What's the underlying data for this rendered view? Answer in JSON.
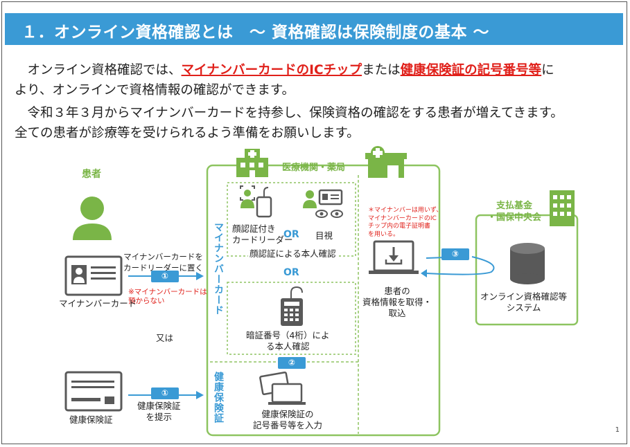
{
  "title": "１．オンライン資格確認とは　～ 資格確認は保険制度の基本 ～",
  "para1": {
    "line1_a": "　オンライン資格確認では、",
    "line1_red1": "マイナンバーカードのICチップ",
    "line1_b": "または",
    "line1_red2": "健康保険証の記号番号等",
    "line1_c": "に",
    "line2": "より、オンラインで資格情報の確認ができます。"
  },
  "para2": {
    "line1": "　令和３年３月からマイナンバーカードを持参し、保険資格の確認をする患者が増えてきます。",
    "line2": "全ての患者が診療等を受けられるよう準備をお願いします。"
  },
  "diagram": {
    "patient_label": "患者",
    "facility_label": "医療機関・薬局",
    "mynumber_card_label": "マイナンバーカード",
    "place_on_reader": "マイナンバーカードを\nカードリーダーに置く",
    "step1": "①",
    "step2": "②",
    "step3": "③",
    "not_kept_note": "※マイナンバーカードは\n預からない",
    "or_text": "又は",
    "insurance_card_label": "健康保険証",
    "present_card": "健康保険証\nを提示",
    "mynumber_vertical": "マイナンバーカード",
    "insurance_vertical": "健康保険証",
    "face_reader_label": "顔認証付き\nカードリーダー",
    "or1": "OR",
    "visual_check": "目視",
    "face_auth_confirm": "顔認証による本人確認",
    "or2": "OR",
    "pin_confirm": "暗証番号（4桁）によ\nる本人確認",
    "insurance_input": "健康保険証の\n記号番号等を入力",
    "ic_note": "＊マイナンバーは用いず、\nマイナンバーカードのIC\nチップ内の電子証明書\nを用いる。",
    "get_info": "患者の\n資格情報を取得・\n取込",
    "fund_label": "支払基金\n・国保中央会",
    "system_label": "オンライン資格確認等\nシステム"
  },
  "page_number": "1",
  "colors": {
    "blue": "#3a9ad5",
    "green": "#7ab547",
    "red": "#e0201a",
    "gray": "#595959"
  }
}
